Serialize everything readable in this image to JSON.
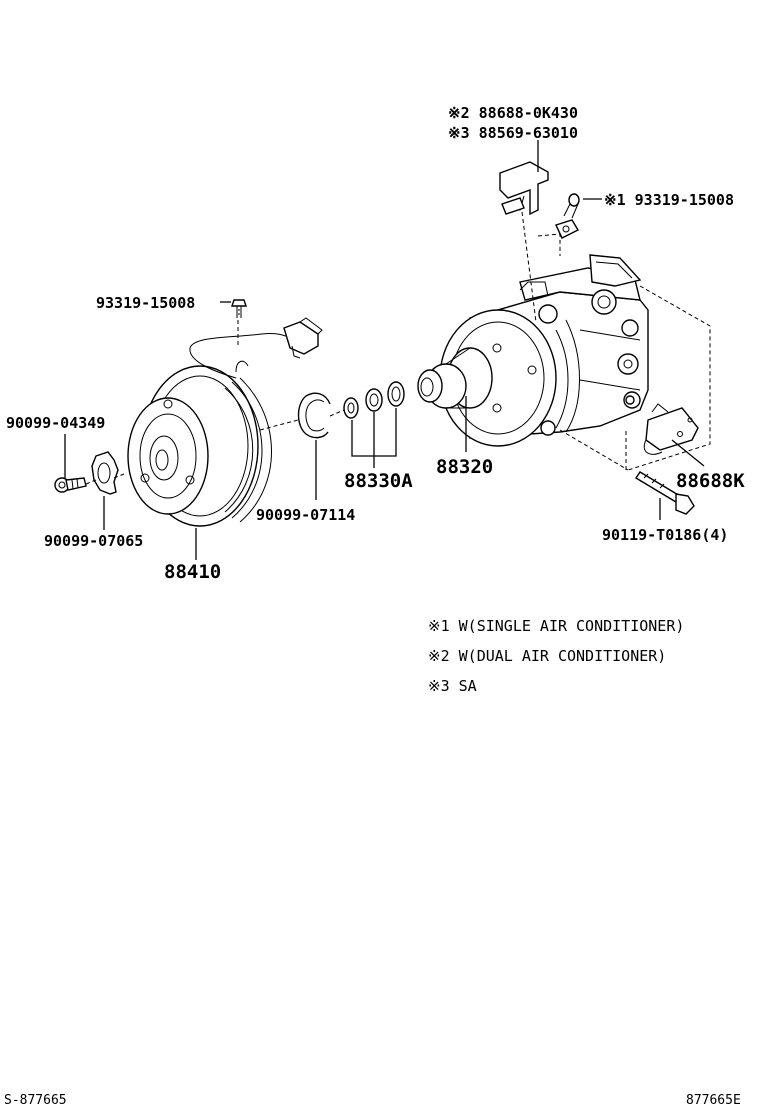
{
  "diagram": {
    "parts": {
      "bracket_dual": "※2 88688-0K430",
      "bracket_sa": "※3 88569-63010",
      "screw_single_top": "※1 93319-15008",
      "screw_clutch": "93319-15008",
      "bolt_clutch": "90099-04349",
      "clutch_shim": "90099-07065",
      "clutch_assy": "88410",
      "snap_ring": "90099-07114",
      "shim_set": "88330A",
      "compressor": "88320",
      "clip": "88688K",
      "mount_bolt": "90119-T0186(4)"
    },
    "notes": [
      "※1 W(SINGLE AIR CONDITIONER)",
      "※2 W(DUAL AIR CONDITIONER)",
      "※3 SA"
    ],
    "footer": {
      "left_code": "S-877665",
      "right_code": "877665E"
    }
  }
}
